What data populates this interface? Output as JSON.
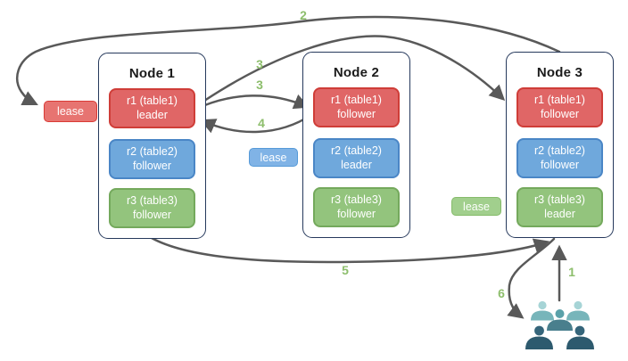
{
  "nodes": [
    {
      "title": "Node 1",
      "replicas": [
        {
          "line1": "r1 (table1)",
          "line2": "leader",
          "color": "red"
        },
        {
          "line1": "r2 (table2)",
          "line2": "follower",
          "color": "blue"
        },
        {
          "line1": "r3 (table3)",
          "line2": "follower",
          "color": "green"
        }
      ]
    },
    {
      "title": "Node 2",
      "replicas": [
        {
          "line1": "r1 (table1)",
          "line2": "follower",
          "color": "red"
        },
        {
          "line1": "r2 (table2)",
          "line2": "leader",
          "color": "blue"
        },
        {
          "line1": "r3 (table3)",
          "line2": "follower",
          "color": "green"
        }
      ]
    },
    {
      "title": "Node 3",
      "replicas": [
        {
          "line1": "r1 (table1)",
          "line2": "follower",
          "color": "red"
        },
        {
          "line1": "r2 (table2)",
          "line2": "follower",
          "color": "blue"
        },
        {
          "line1": "r3 (table3)",
          "line2": "leader",
          "color": "green"
        }
      ]
    }
  ],
  "leases": [
    {
      "label": "lease",
      "color": "red",
      "near": "Node 1 r1 leader"
    },
    {
      "label": "lease",
      "color": "blue",
      "near": "Node 2 r2 leader"
    },
    {
      "label": "lease",
      "color": "green",
      "near": "Node 3 r3 leader"
    }
  ],
  "steps": {
    "s1": "1",
    "s2": "2",
    "s3a": "3",
    "s3b": "3",
    "s4": "4",
    "s5": "5",
    "s6": "6"
  },
  "icons": {
    "users": "users-icon"
  },
  "colors": {
    "red_fill": "#e06666",
    "red_border": "#cf3d38",
    "blue_fill": "#6fa8dc",
    "blue_border": "#4a86c6",
    "green_fill": "#93c47d",
    "green_border": "#74a95c",
    "node_border": "#26395c",
    "arrow": "#595959",
    "step_label": "#8dbe6c",
    "users_light": "#a6d4d6",
    "users_medium": "#5aa1a9",
    "users_dark": "#2d5a6e"
  }
}
